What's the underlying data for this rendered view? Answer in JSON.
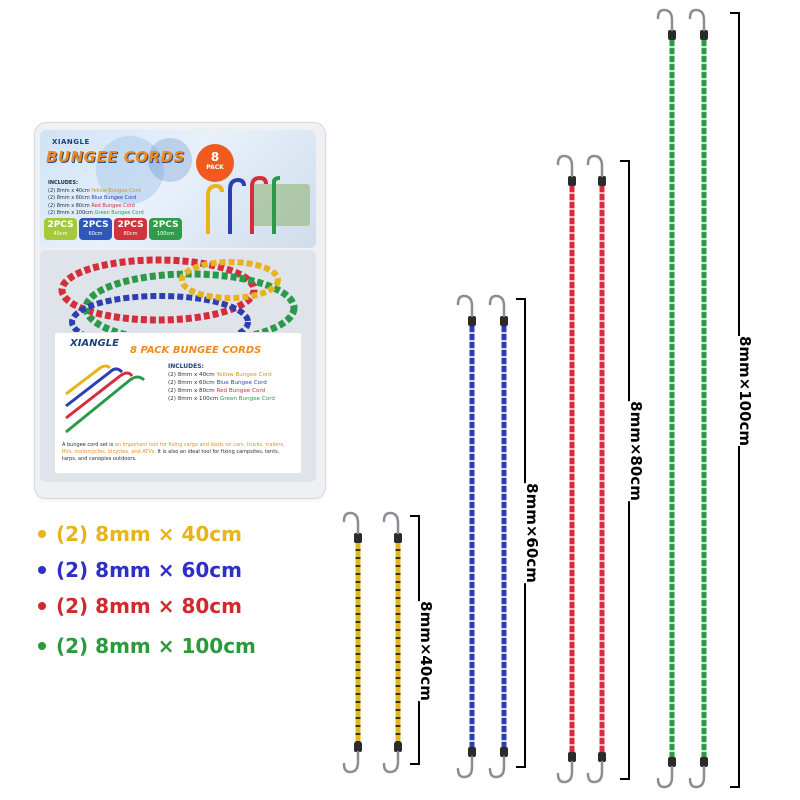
{
  "package": {
    "brand": "XIANGLE",
    "title": "BUNGEE CORDS",
    "badge_number": "8",
    "badge_word": "PACK",
    "includes_label": "INCLUDES:",
    "includes": [
      {
        "qty": "(2)",
        "size": "8mm x 40cm",
        "color_name": "Yellow Bungee Cord",
        "color": "#e8b41c"
      },
      {
        "qty": "(2)",
        "size": "8mm x 60cm",
        "color_name": "Blue Bungee Cord",
        "color": "#2c3fb0"
      },
      {
        "qty": "(2)",
        "size": "8mm x 80cm",
        "color_name": "Red Bungee Cord",
        "color": "#d62d3a"
      },
      {
        "qty": "(2)",
        "size": "8mm x 100cm",
        "color_name": "Green Bungee Cord",
        "color": "#2a9a4a"
      }
    ],
    "pcs_tiles": [
      {
        "qty": "2PCS",
        "size": "40cm",
        "color": "#a5c93a"
      },
      {
        "qty": "2PCS",
        "size": "60cm",
        "color": "#2f56b8"
      },
      {
        "qty": "2PCS",
        "size": "80cm",
        "color": "#d0353f"
      },
      {
        "qty": "2PCS",
        "size": "100cm",
        "color": "#2f9b4b"
      }
    ],
    "bottom_title": "8 PACK BUNGEE CORDS",
    "description_lead": "A bungee cord set is",
    "description_highlight": "an important tool for fixing cargo and loads on cars, trucks, trailers, RVs, motorcycles, bicycles, and ATVs.",
    "description_tail": "It is also an ideal tool for fixing campsites, tents, tarps, and canopies outdoors."
  },
  "legend": [
    {
      "text": "(2) 8mm × 40cm",
      "color": "#e8b41c"
    },
    {
      "text": "(2) 8mm × 60cm",
      "color": "#2e2fc8"
    },
    {
      "text": "(2) 8mm × 80cm",
      "color": "#cf2a2e"
    },
    {
      "text": "(2) 8mm × 100cm",
      "color": "#2a9a3a"
    }
  ],
  "cords": [
    {
      "length_label": "8mm×40cm",
      "color": "#e8b41c",
      "stripe": "#1a1a1a"
    },
    {
      "length_label": "8mm×60cm",
      "color": "#2c3fb0",
      "stripe": "#e9e9f5"
    },
    {
      "length_label": "8mm×80cm",
      "color": "#d62d3a",
      "stripe": "#f4d8dc"
    },
    {
      "length_label": "8mm×100cm",
      "color": "#2a9a4a",
      "stripe": "#dff0e2"
    }
  ]
}
